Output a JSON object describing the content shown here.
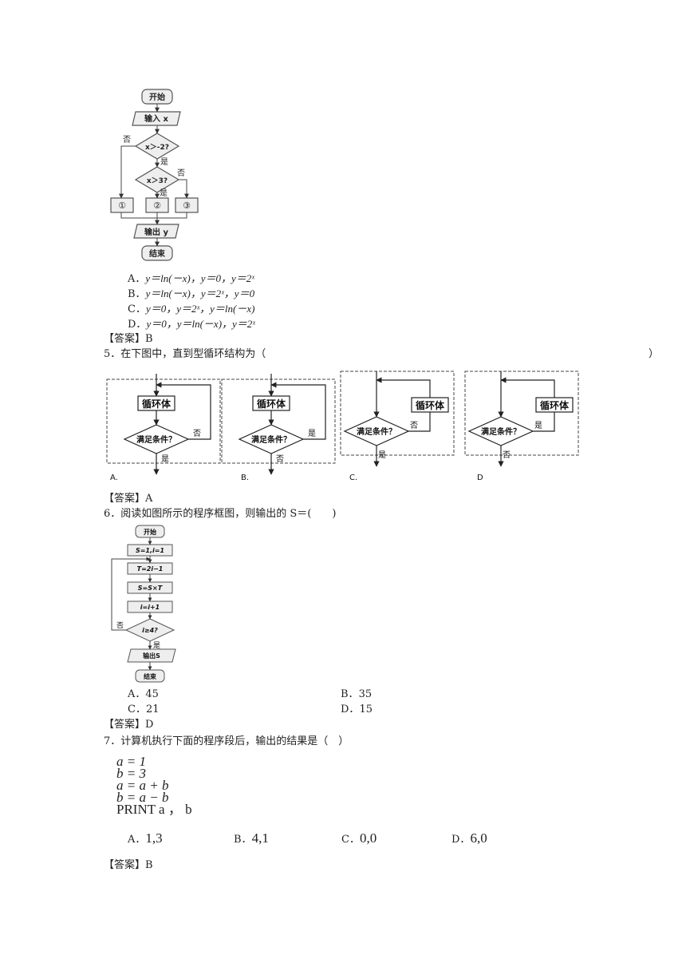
{
  "q4": {
    "flowchart": {
      "start": "开始",
      "input": "输入 x",
      "cond1": "x＞-2?",
      "cond2": "x＞3?",
      "no1": "否",
      "yes1": "是",
      "no2": "否",
      "yes2": "是",
      "box1": "①",
      "box2": "②",
      "box3": "③",
      "output": "输出 y",
      "end": "结束"
    },
    "options": [
      {
        "label": "A．",
        "text": "y＝ln(－x)，y＝0，y＝2ˣ"
      },
      {
        "label": "B．",
        "text": "y＝ln(－x)，y＝2ˣ，y＝0"
      },
      {
        "label": "C．",
        "text": "y＝0，y＝2ˣ，y＝ln(－x)"
      },
      {
        "label": "D．",
        "text": "y＝0，y＝ln(－x)，y＝2ˣ"
      }
    ],
    "answer": "【答案】B"
  },
  "q5": {
    "question": "5．在下图中，直到型循环结构为（",
    "close_paren": "）",
    "loop_body": "循环体",
    "condition": "满足条件？",
    "yes": "是",
    "no": "否",
    "labels": [
      "A.",
      "B.",
      "C.",
      "D"
    ],
    "answer": "【答案】A"
  },
  "q6": {
    "question": "6．阅读如图所示的程序框图，则输出的 S＝(　　)",
    "flowchart": {
      "start": "开始",
      "init": "S=1,i=1",
      "step1": "T=2i−1",
      "step2": "S=S×T",
      "step3": "i=i+1",
      "cond": "i≥4?",
      "no": "否",
      "yes": "是",
      "output": "输出S",
      "end": "结束"
    },
    "options": [
      {
        "label": "A．",
        "text": "45"
      },
      {
        "label": "B．",
        "text": "35"
      },
      {
        "label": "C．",
        "text": "21"
      },
      {
        "label": "D．",
        "text": "15"
      }
    ],
    "answer": "【答案】D"
  },
  "q7": {
    "question": "7．计算机执行下面的程序段后，输出的结果是（　）",
    "code": [
      "a = 1",
      "b = 3",
      "a = a + b",
      "b = a − b",
      "PRINT  a ， b"
    ],
    "options": [
      {
        "label": "A．",
        "text": "1,3"
      },
      {
        "label": "B．",
        "text": "4,1"
      },
      {
        "label": "C．",
        "text": "0,0"
      },
      {
        "label": "D．",
        "text": "6,0"
      }
    ],
    "answer": "【答案】B"
  }
}
